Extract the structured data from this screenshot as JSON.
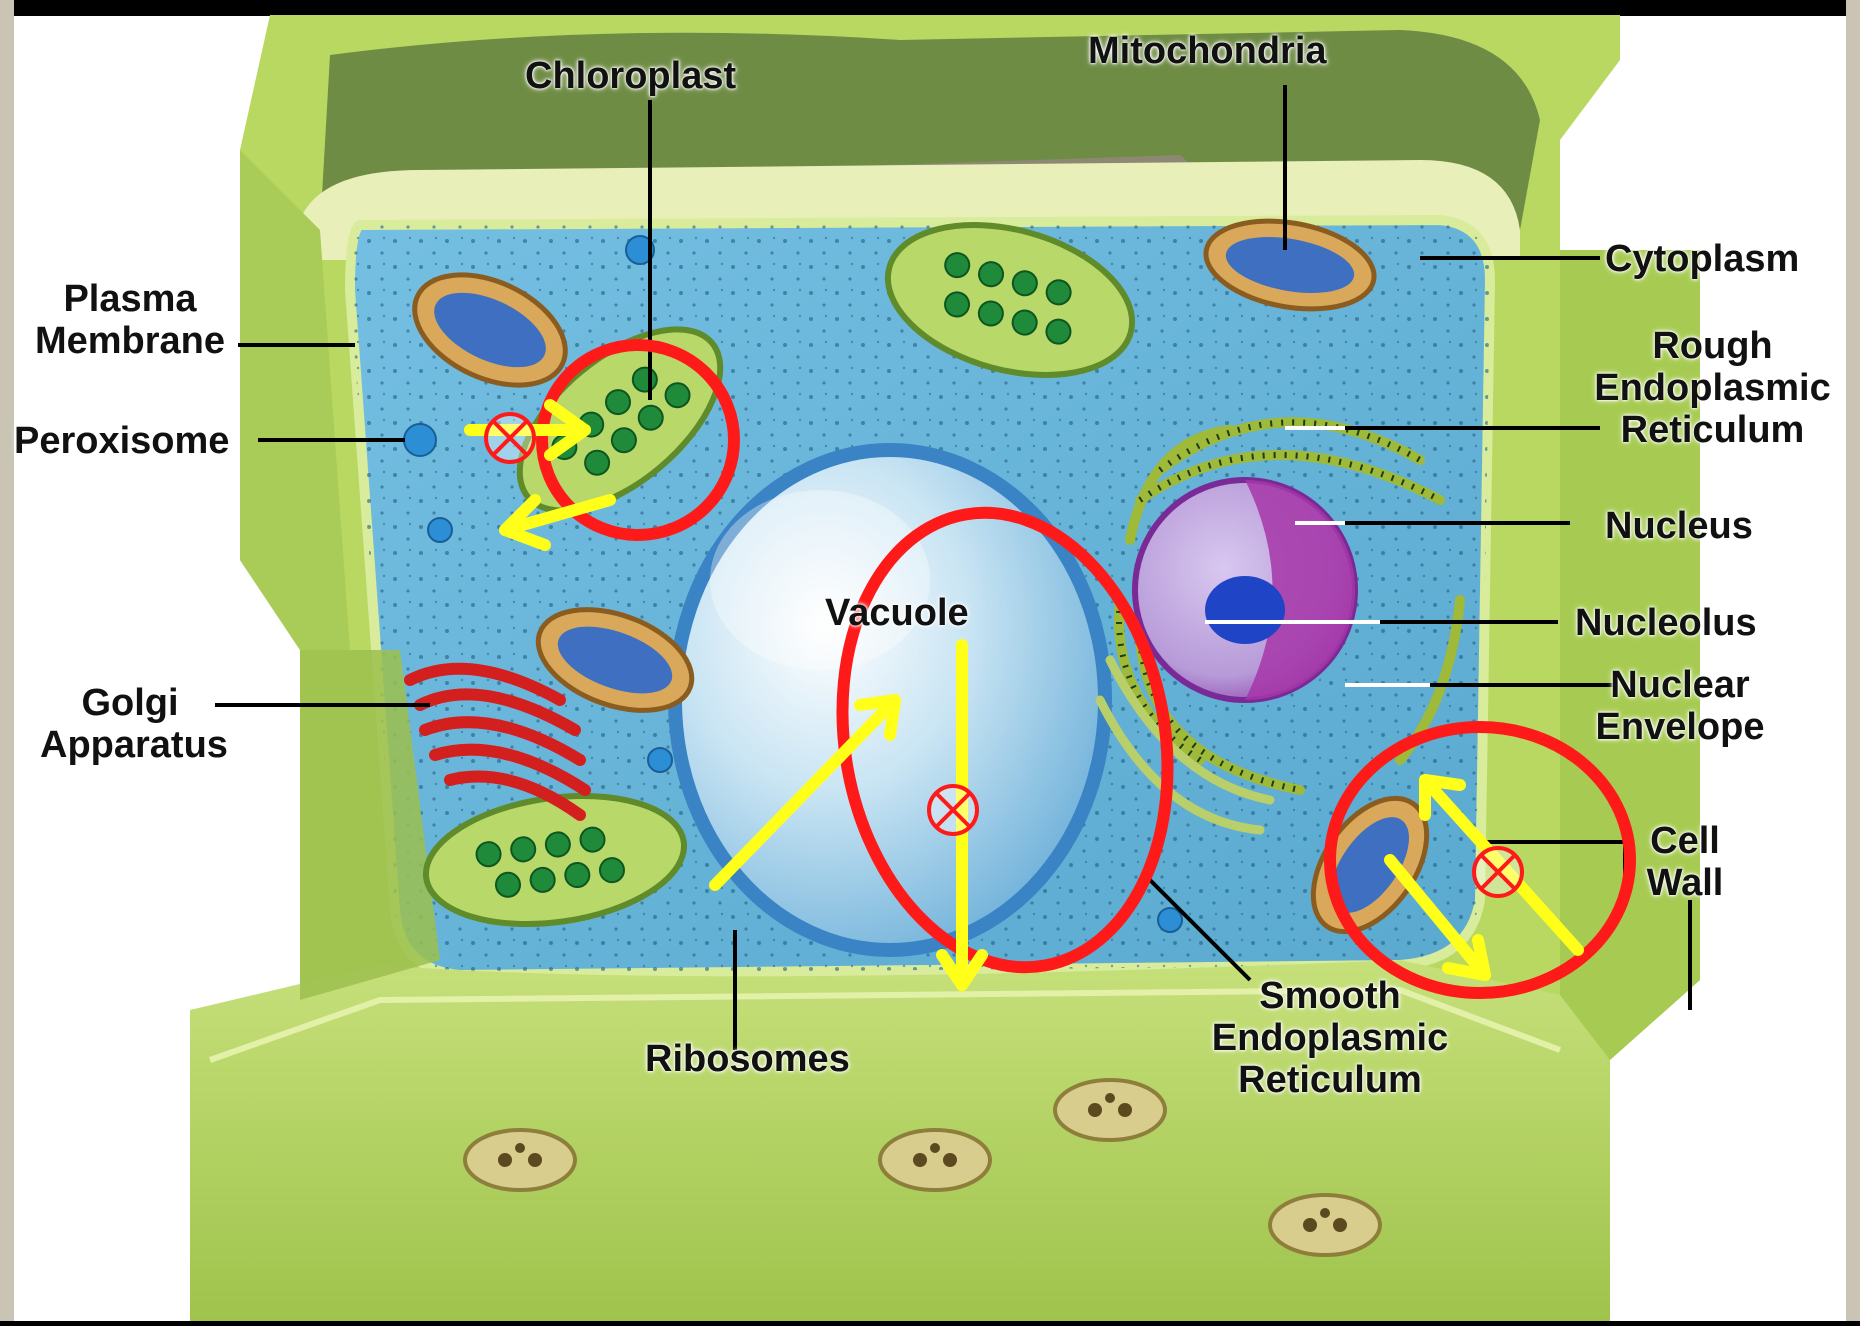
{
  "diagram": {
    "colors": {
      "frame_left": "#c9c4b4",
      "frame_top": "#000000",
      "cell_wall": "#b9d862",
      "cell_wall_dark": "#93b83e",
      "cytoplasm": "#67b5d9",
      "vacuole": "#a9d3ec",
      "annotation_circle": "#ff1a1a",
      "annotation_arrow": "#ffff1a",
      "leader_line": "#000000"
    },
    "labels": {
      "chloroplast": "Chloroplast",
      "mitochondria": "Mitochondria",
      "cytoplasm": "Cytoplasm",
      "plasma_membrane_1": "Plasma",
      "plasma_membrane_2": "Membrane",
      "peroxisome": "Peroxisome",
      "rough_er_1": "Rough",
      "rough_er_2": "Endoplasmic",
      "rough_er_3": "Reticulum",
      "nucleus": "Nucleus",
      "nucleolus": "Nucleolus",
      "nuclear_envelope_1": "Nuclear",
      "nuclear_envelope_2": "Envelope",
      "golgi_1": "Golgi",
      "golgi_2": "Apparatus",
      "vacuole": "Vacuole",
      "cell_wall_1": "Cell",
      "cell_wall_2": "Wall",
      "ribosomes": "Ribosomes",
      "smooth_er_1": "Smooth",
      "smooth_er_2": "Endoplasmic",
      "smooth_er_3": "Reticulum"
    },
    "annotation_symbol": "⊗",
    "icons": [
      "into-page-symbol",
      "direction-arrow",
      "highlight-circle"
    ]
  }
}
